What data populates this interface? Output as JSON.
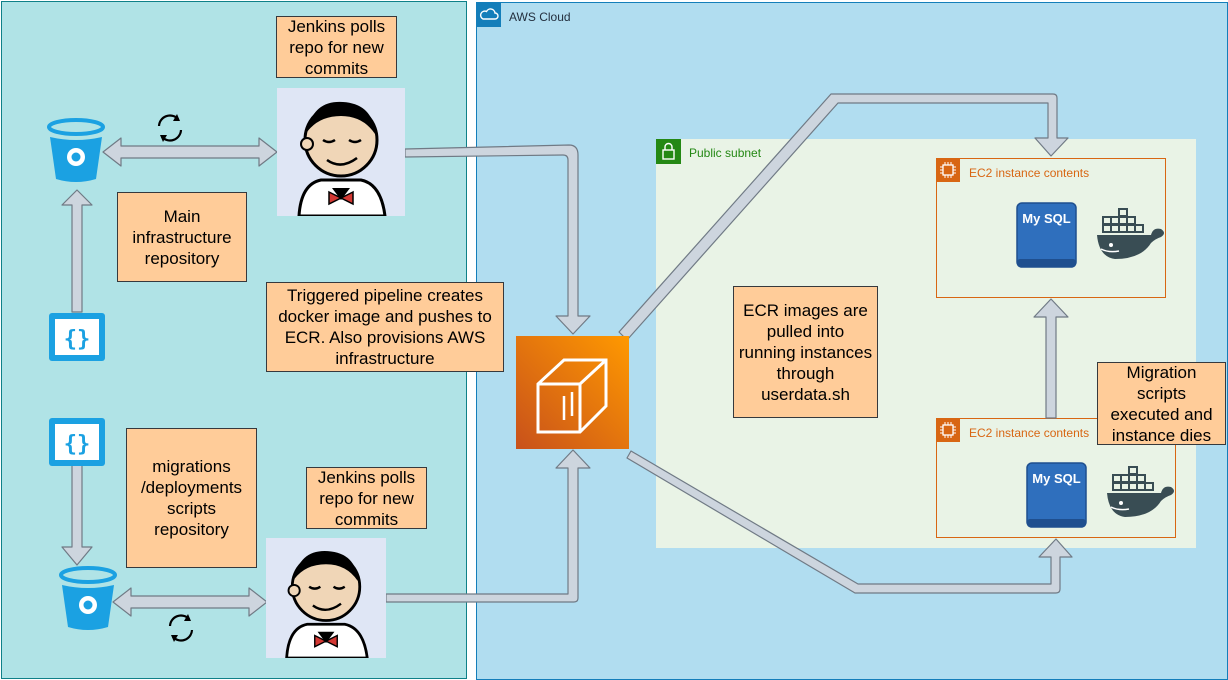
{
  "left_panel": {},
  "aws": {
    "title": "AWS Cloud",
    "subnet_title": "Public subnet",
    "ec2_top_title": "EC2 instance contents",
    "ec2_bottom_title": "EC2 instance contents",
    "mysql_top_label": "My SQL",
    "mysql_bottom_label": "My SQL"
  },
  "notes": {
    "jenkins_top": "Jenkins polls repo for new commits",
    "main_repo": "Main infrastructure repository",
    "pipeline": "Triggered pipeline creates docker image and pushes to ECR. Also provisions AWS  infrastructure",
    "migrations_repo": "migrations /deployments scripts repository",
    "jenkins_bottom": "Jenkins polls repo for new commits",
    "ecr_pull": "ECR images are pulled into running instances through userdata.sh",
    "migration_exec": "Migration scripts executed and instance dies"
  },
  "colors": {
    "left_bg": "#b0e3e6",
    "left_border": "#0e8088",
    "aws_bg": "#b1ddf0",
    "aws_border": "#147eba",
    "subnet_bg": "#e9f3e6",
    "subnet_green": "#248814",
    "ec2_orange": "#d86613",
    "note_bg": "#ffcc99",
    "arrow_fill": "#cdd5de",
    "bucket_blue": "#1ba1e2",
    "mysql_blue": "#2f6fbd"
  }
}
